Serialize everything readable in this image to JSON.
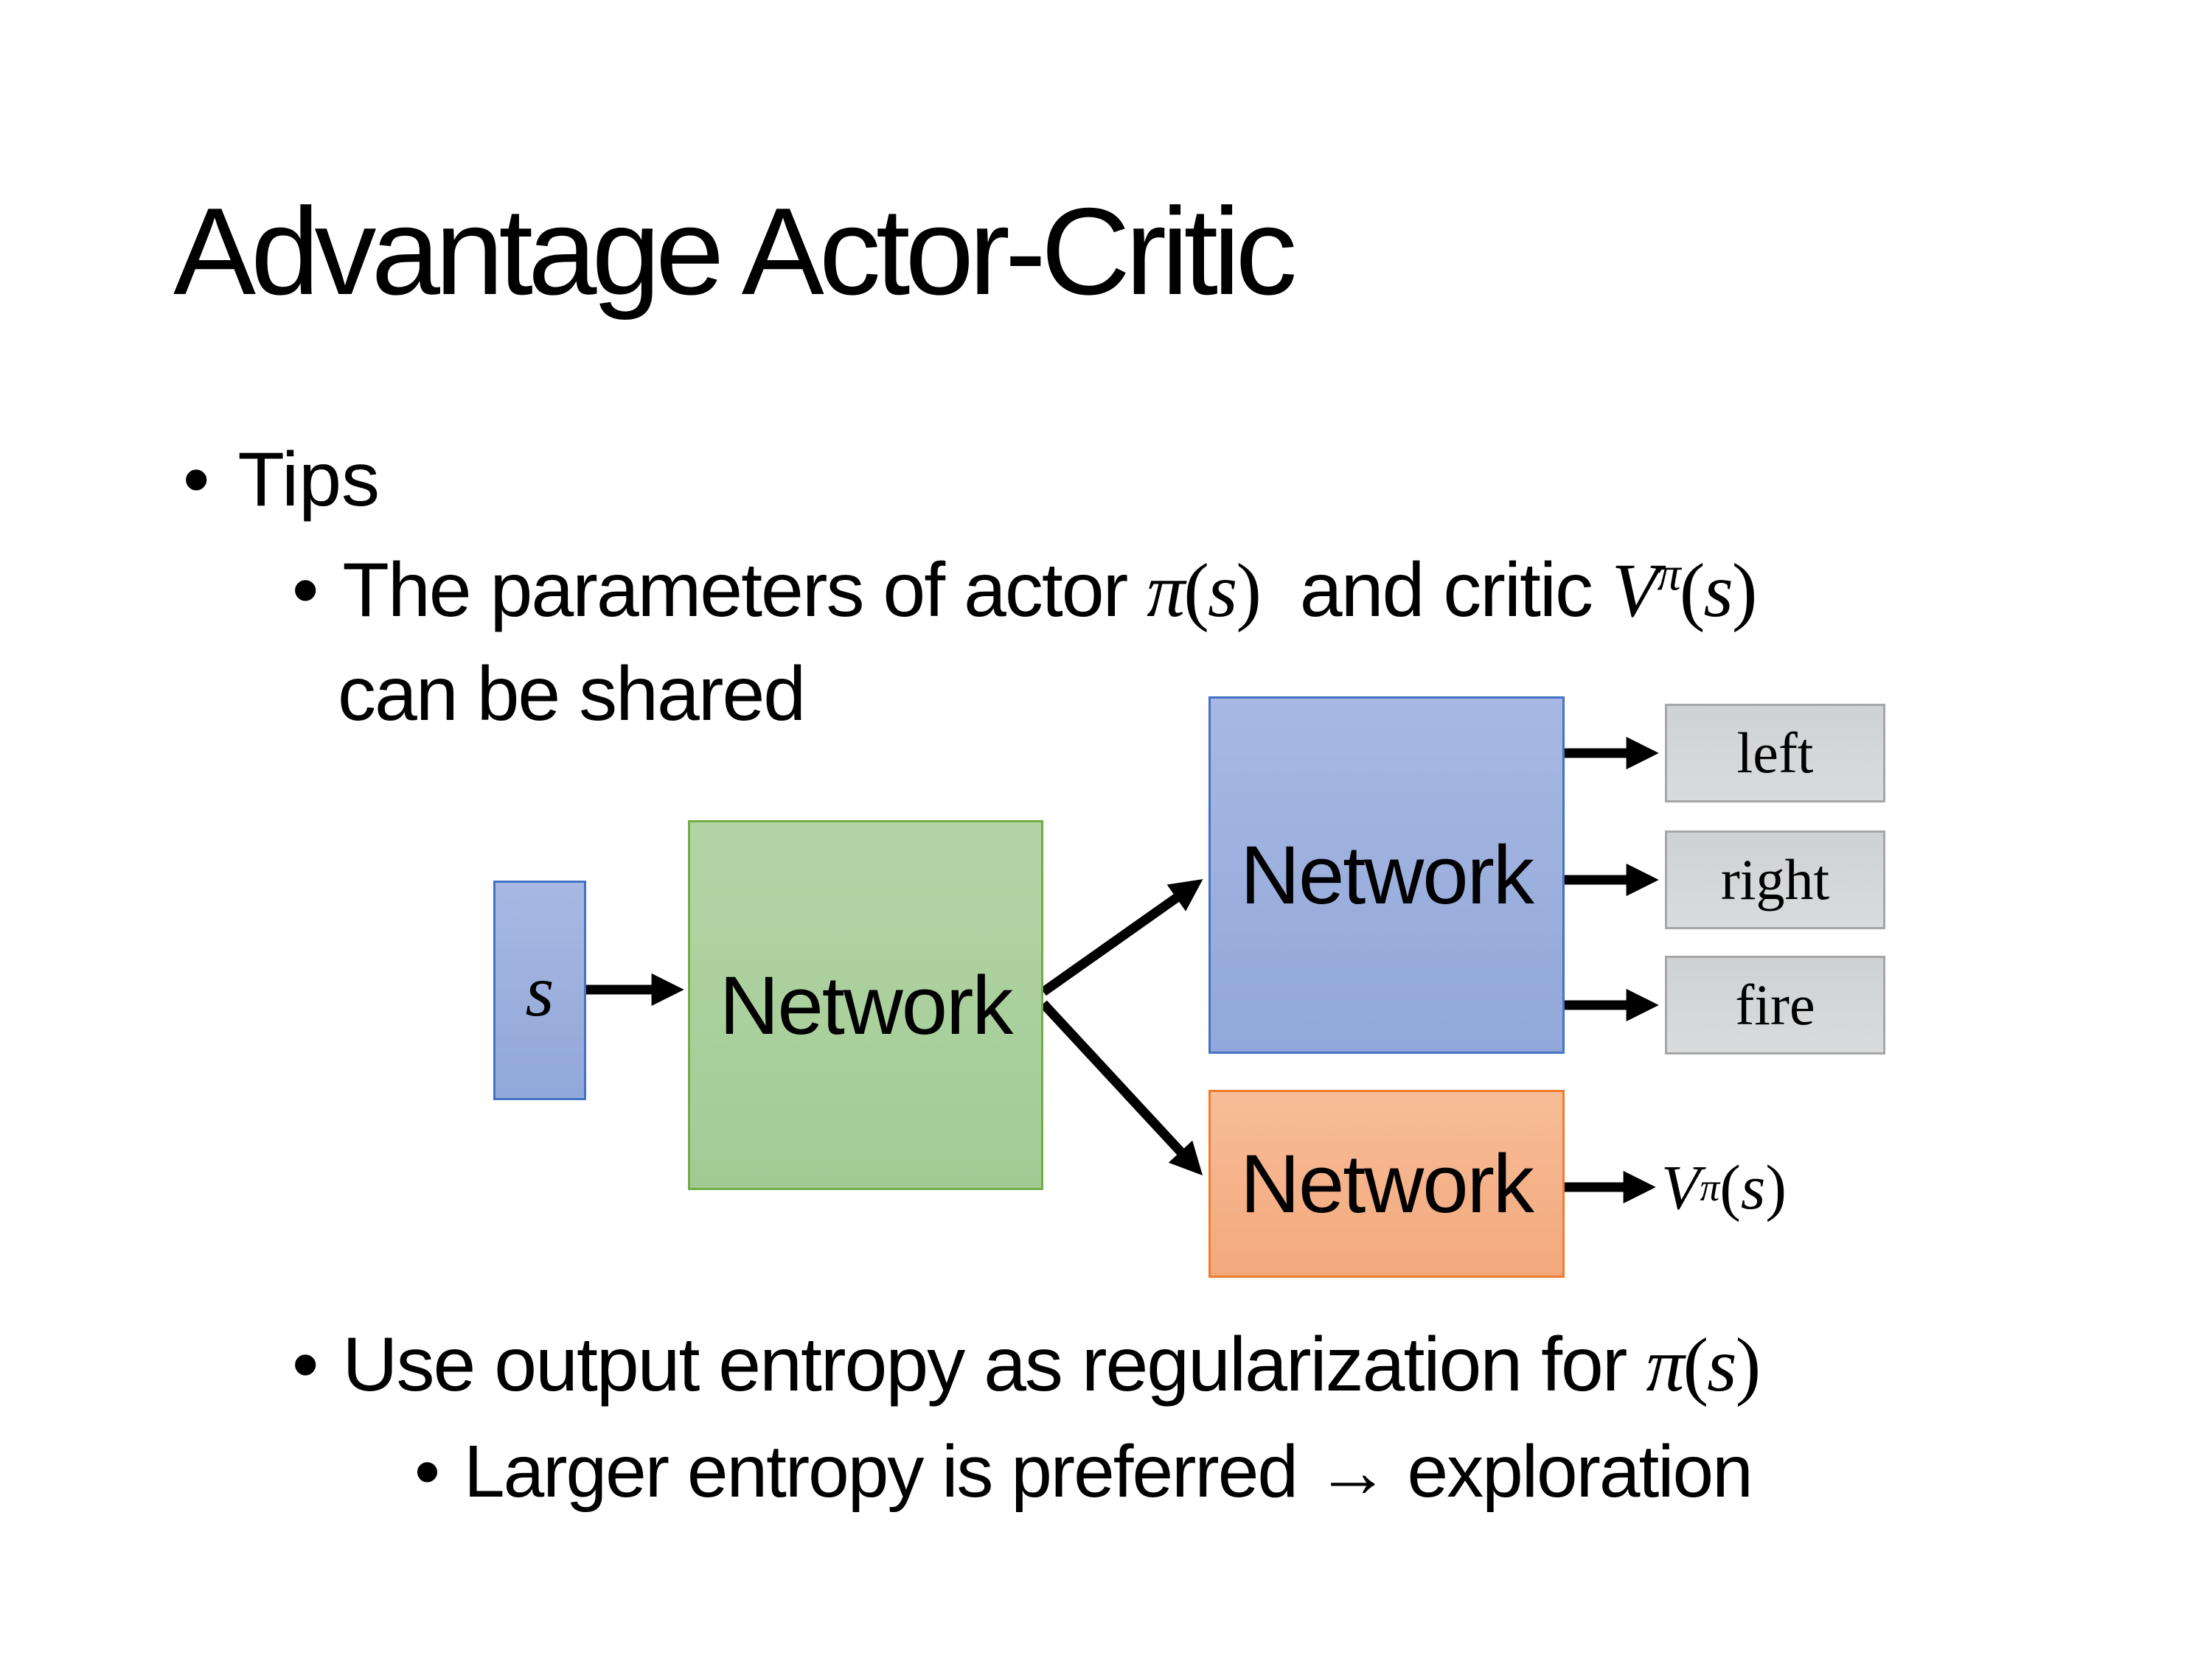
{
  "slide": {
    "title": "Advantage Actor-Critic",
    "bullet_char": "•",
    "tips_label": "Tips",
    "bullet1": {
      "pre": "The parameters of actor ",
      "mid": "  and critic ",
      "line2": "can be shared"
    },
    "bullet2_pre": "Use output entropy as regularization for ",
    "bullet3": "Larger entropy is preferred → exploration",
    "math": {
      "pi": "π",
      "s": "s",
      "V": "V",
      "lp": "(",
      "rp": ")"
    },
    "diagram": {
      "state_label": "s",
      "shared_network_label": "Network",
      "actor_network_label": "Network",
      "critic_network_label": "Network",
      "action_left": "left",
      "action_right": "right",
      "action_fire": "fire",
      "colors": {
        "state_fill": "#9fb3de",
        "shared_fill": "#abd09e",
        "actor_fill": "#9fb1de",
        "critic_fill": "#f5b18b",
        "action_fill": "#d2d4d5",
        "state_border": "#4472c4",
        "shared_border": "#70ad47",
        "actor_border": "#4472c4",
        "critic_border": "#ed7d31",
        "action_border": "#a6a6a6",
        "arrow": "#000000"
      }
    }
  }
}
